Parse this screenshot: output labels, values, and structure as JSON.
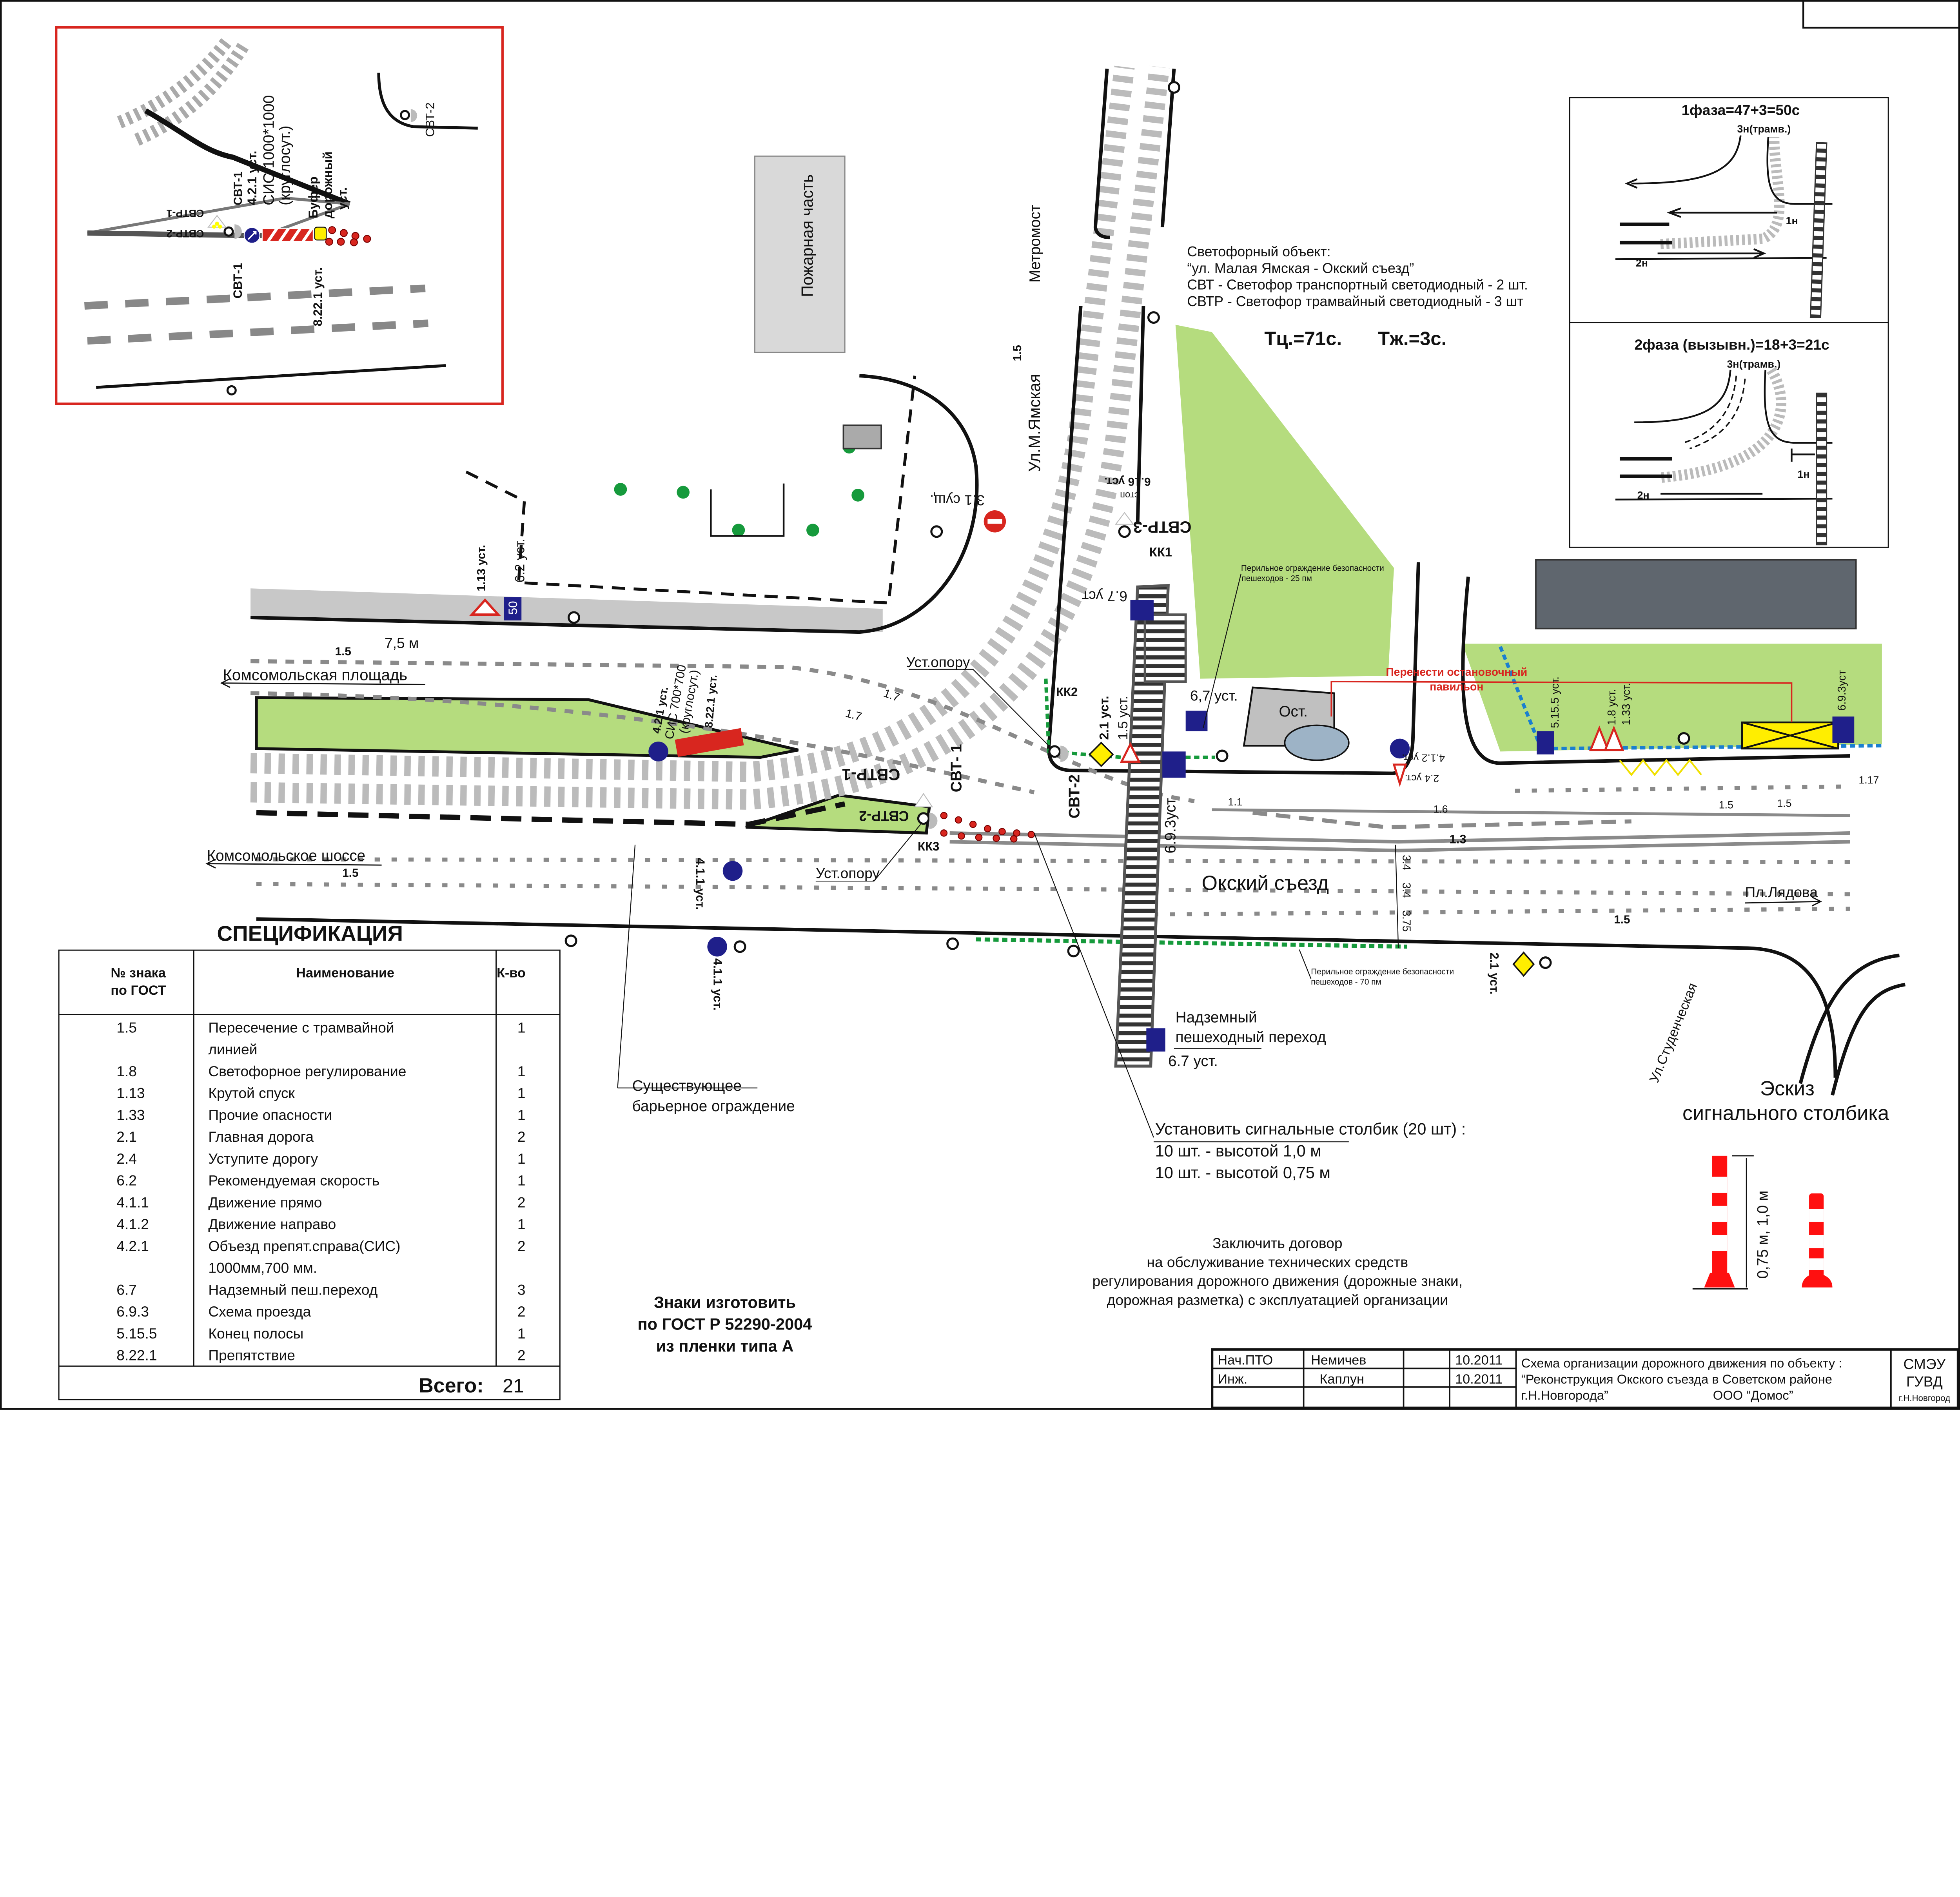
{
  "colors": {
    "green_area": "#b5dc7e",
    "red": "#d8261f",
    "sign_blue": "#1f1f8a",
    "yellow": "#ffee00",
    "building": "#5f666e",
    "fence_green": "#169a3c",
    "fence_blue": "#1a7fd0"
  },
  "inset": {
    "svt2": "СВТ-2",
    "svt1_top": "СВТ-1",
    "sign_421": "4.2.1 уст.",
    "sis": "СИС 1000*1000",
    "round_clock": "(круглосут.)",
    "buffer": "Буфер",
    "buffer2": "дорожный",
    "buffer3": "уст.",
    "svtr1": "СВТР-1",
    "svtr2": "СВТР-2",
    "svt1": "СВТ-1",
    "sign_8221": "8.22.1 уст."
  },
  "object_info": {
    "title": "Светофорный объект:",
    "name": "“ул. Малая Ямская - Окский съезд”",
    "svt": "СВТ - Светофор транспортный светодиодный - 2 шт.",
    "svtr": "СВТР - Светофор трамвайный светодиодный - 3 шт",
    "cycle": "Тц.=71с.",
    "amber": "Тж.=3с."
  },
  "phases": [
    {
      "title": "1фаза=47+3=50с",
      "tram": "3н(трамв.)",
      "n1": "1н",
      "n2": "2н"
    },
    {
      "title": "2фаза (вызывн.)=18+3=21с",
      "tram": "3н(трамв.)",
      "n1": "1н",
      "n2": "2н"
    }
  ],
  "map": {
    "fire_station": "Пожарная часть",
    "metromost": "Метромост",
    "m15": "1.5",
    "yamskaya": "Ул.М.Ямская",
    "sign31": "3.1 сущ.",
    "sign616": "6.16 уст.",
    "stop": "стоп",
    "svtr3": "СВТР-3",
    "kk1": "КК1",
    "sign67a": "6.7 уст",
    "sign113": "1.13 уст.",
    "sign62": "6.2 уст.",
    "speed50": "50",
    "width75": "7,5 м",
    "m15b": "1.5",
    "komsomol_sq": "Комсомольская площадь",
    "i421": "4.2.1 уст.",
    "isis": "СИС 700*700",
    "iround": "(круглосут.)",
    "i8221": "8.22.1 уст.",
    "m17a": "1.7",
    "m17b": "1.7",
    "ust_oporu1": "Уст.опору",
    "kk2": "КК2",
    "sign21a": "2.1 уст.",
    "sign15": "1.5 уст.",
    "sign67b": "6,7 уст.",
    "ost": "Ост.",
    "move_pavilion1": "Перенести остановочный",
    "move_pavilion2": "павильон",
    "fence25_1": "Перильное ограждение безопасности",
    "fence25_2": "пешеходов - 25 пм",
    "sign412": "4.1.2 уст.",
    "sign24": "2.4 уст.",
    "sign5155": "5.15.5 уст.",
    "sign18": "1.8 уст.",
    "sign133": "1.33 уст.",
    "sign693a": "6.9.3уст",
    "m117": "1.17",
    "m15c": "1.5",
    "m15d": "1.5",
    "m11": "1.1",
    "m16": "1.6",
    "svtr1": "СВТР-1",
    "svtr2": "СВТР-2",
    "svt1": "СВТ- 1",
    "svt2": "СВТ-2",
    "sign693b": "6.9.3уст",
    "kk3": "КК3",
    "m13": "1.3",
    "komsomol_hw": "Комсомольское шоссе",
    "m15e": "1.5",
    "ust_oporu2": "Уст.опору",
    "oksky": "Окский съезд",
    "w34a": "3.4",
    "w34b": "3.4",
    "w375": "3.75",
    "lyadova": "Пл.Лядова",
    "m15f": "1.5",
    "sign411a": "4.1.1 уст.",
    "sign411b": "4.1.1 уст.",
    "fence70_1": "Перильное ограждение безопасности",
    "fence70_2": "пешеходов - 70 пм",
    "sign21b": "2.1 уст.",
    "studencheskaya": "Ул.Студенческая",
    "bridge1": "Надземный",
    "bridge2": "пешеходный переход",
    "sign67c": "6.7 уст.",
    "barrier1": "Существующее",
    "barrier2": "барьерное ограждение"
  },
  "notes": {
    "bollards_title": "Установить сигнальные столбик (20 шт) :",
    "bollards_1": "10 шт. - высотой 1,0 м",
    "bollards_2": "10 шт. - высотой 0,75 м",
    "contract": [
      "Заключить  договор",
      "на обслуживание технических средств",
      "регулирования дорожного движения (дорожные знаки,",
      "дорожная разметка) с эксплуатацией организации"
    ],
    "signs_made": [
      "Знаки изготовить",
      "по ГОСТ Р 52290-2004",
      "из пленки типа  А"
    ]
  },
  "sketch": {
    "title1": "Эскиз",
    "title2": "сигнального столбика",
    "dimension": "0,75 м, 1,0 м"
  },
  "spec": {
    "title": "СПЕЦИФИКАЦИЯ",
    "headers": {
      "num1": "№ знака",
      "num2": "по ГОСТ",
      "name": "Наименование",
      "qty": "К-во"
    },
    "rows": [
      {
        "num": "1.5",
        "name": "Пересечение с трамвайной",
        "name2": "линией",
        "qty": "1"
      },
      {
        "num": "1.8",
        "name": "Светофорное регулирование",
        "qty": "1"
      },
      {
        "num": "1.13",
        "name": "Крутой спуск",
        "qty": "1"
      },
      {
        "num": "1.33",
        "name": "Прочие опасности",
        "qty": "1"
      },
      {
        "num": "2.1",
        "name": "Главная дорога",
        "qty": "2"
      },
      {
        "num": "2.4",
        "name": "Уступите дорогу",
        "qty": "1"
      },
      {
        "num": "6.2",
        "name": "Рекомендуемая скорость",
        "qty": "1"
      },
      {
        "num": "4.1.1",
        "name": "Движение прямо",
        "qty": "2"
      },
      {
        "num": "4.1.2",
        "name": "Движение направо",
        "qty": "1"
      },
      {
        "num": "4.2.1",
        "name": "Объезд препят.справа(СИС)",
        "name2": "1000мм,700 мм.",
        "qty": "2"
      },
      {
        "num": "6.7",
        "name": "Надземный пеш.переход",
        "qty": "3"
      },
      {
        "num": "6.9.3",
        "name": "Схема проезда",
        "qty": "2"
      },
      {
        "num": "5.15.5",
        "name": "Конец полосы",
        "qty": "1"
      },
      {
        "num": "8.22.1",
        "name": "Препятствие",
        "qty": "2"
      }
    ],
    "total_label": "Всего:",
    "total": "21"
  },
  "title_block": {
    "role1": "Нач.ПТО",
    "name1": "Немичев",
    "date1": "10.2011",
    "role2": "Инж.",
    "name2": "Каплун",
    "date2": "10.2011",
    "desc1": "Схема организации дорожного движения  по объекту :",
    "desc2": "“Реконструкция Окского съезда в Советском районе",
    "desc3": "г.Н.Новгорода”",
    "company": "ООО “Домос”",
    "org1": "СМЭУ",
    "org2": "ГУВД",
    "org3": "г.Н.Новгород"
  }
}
